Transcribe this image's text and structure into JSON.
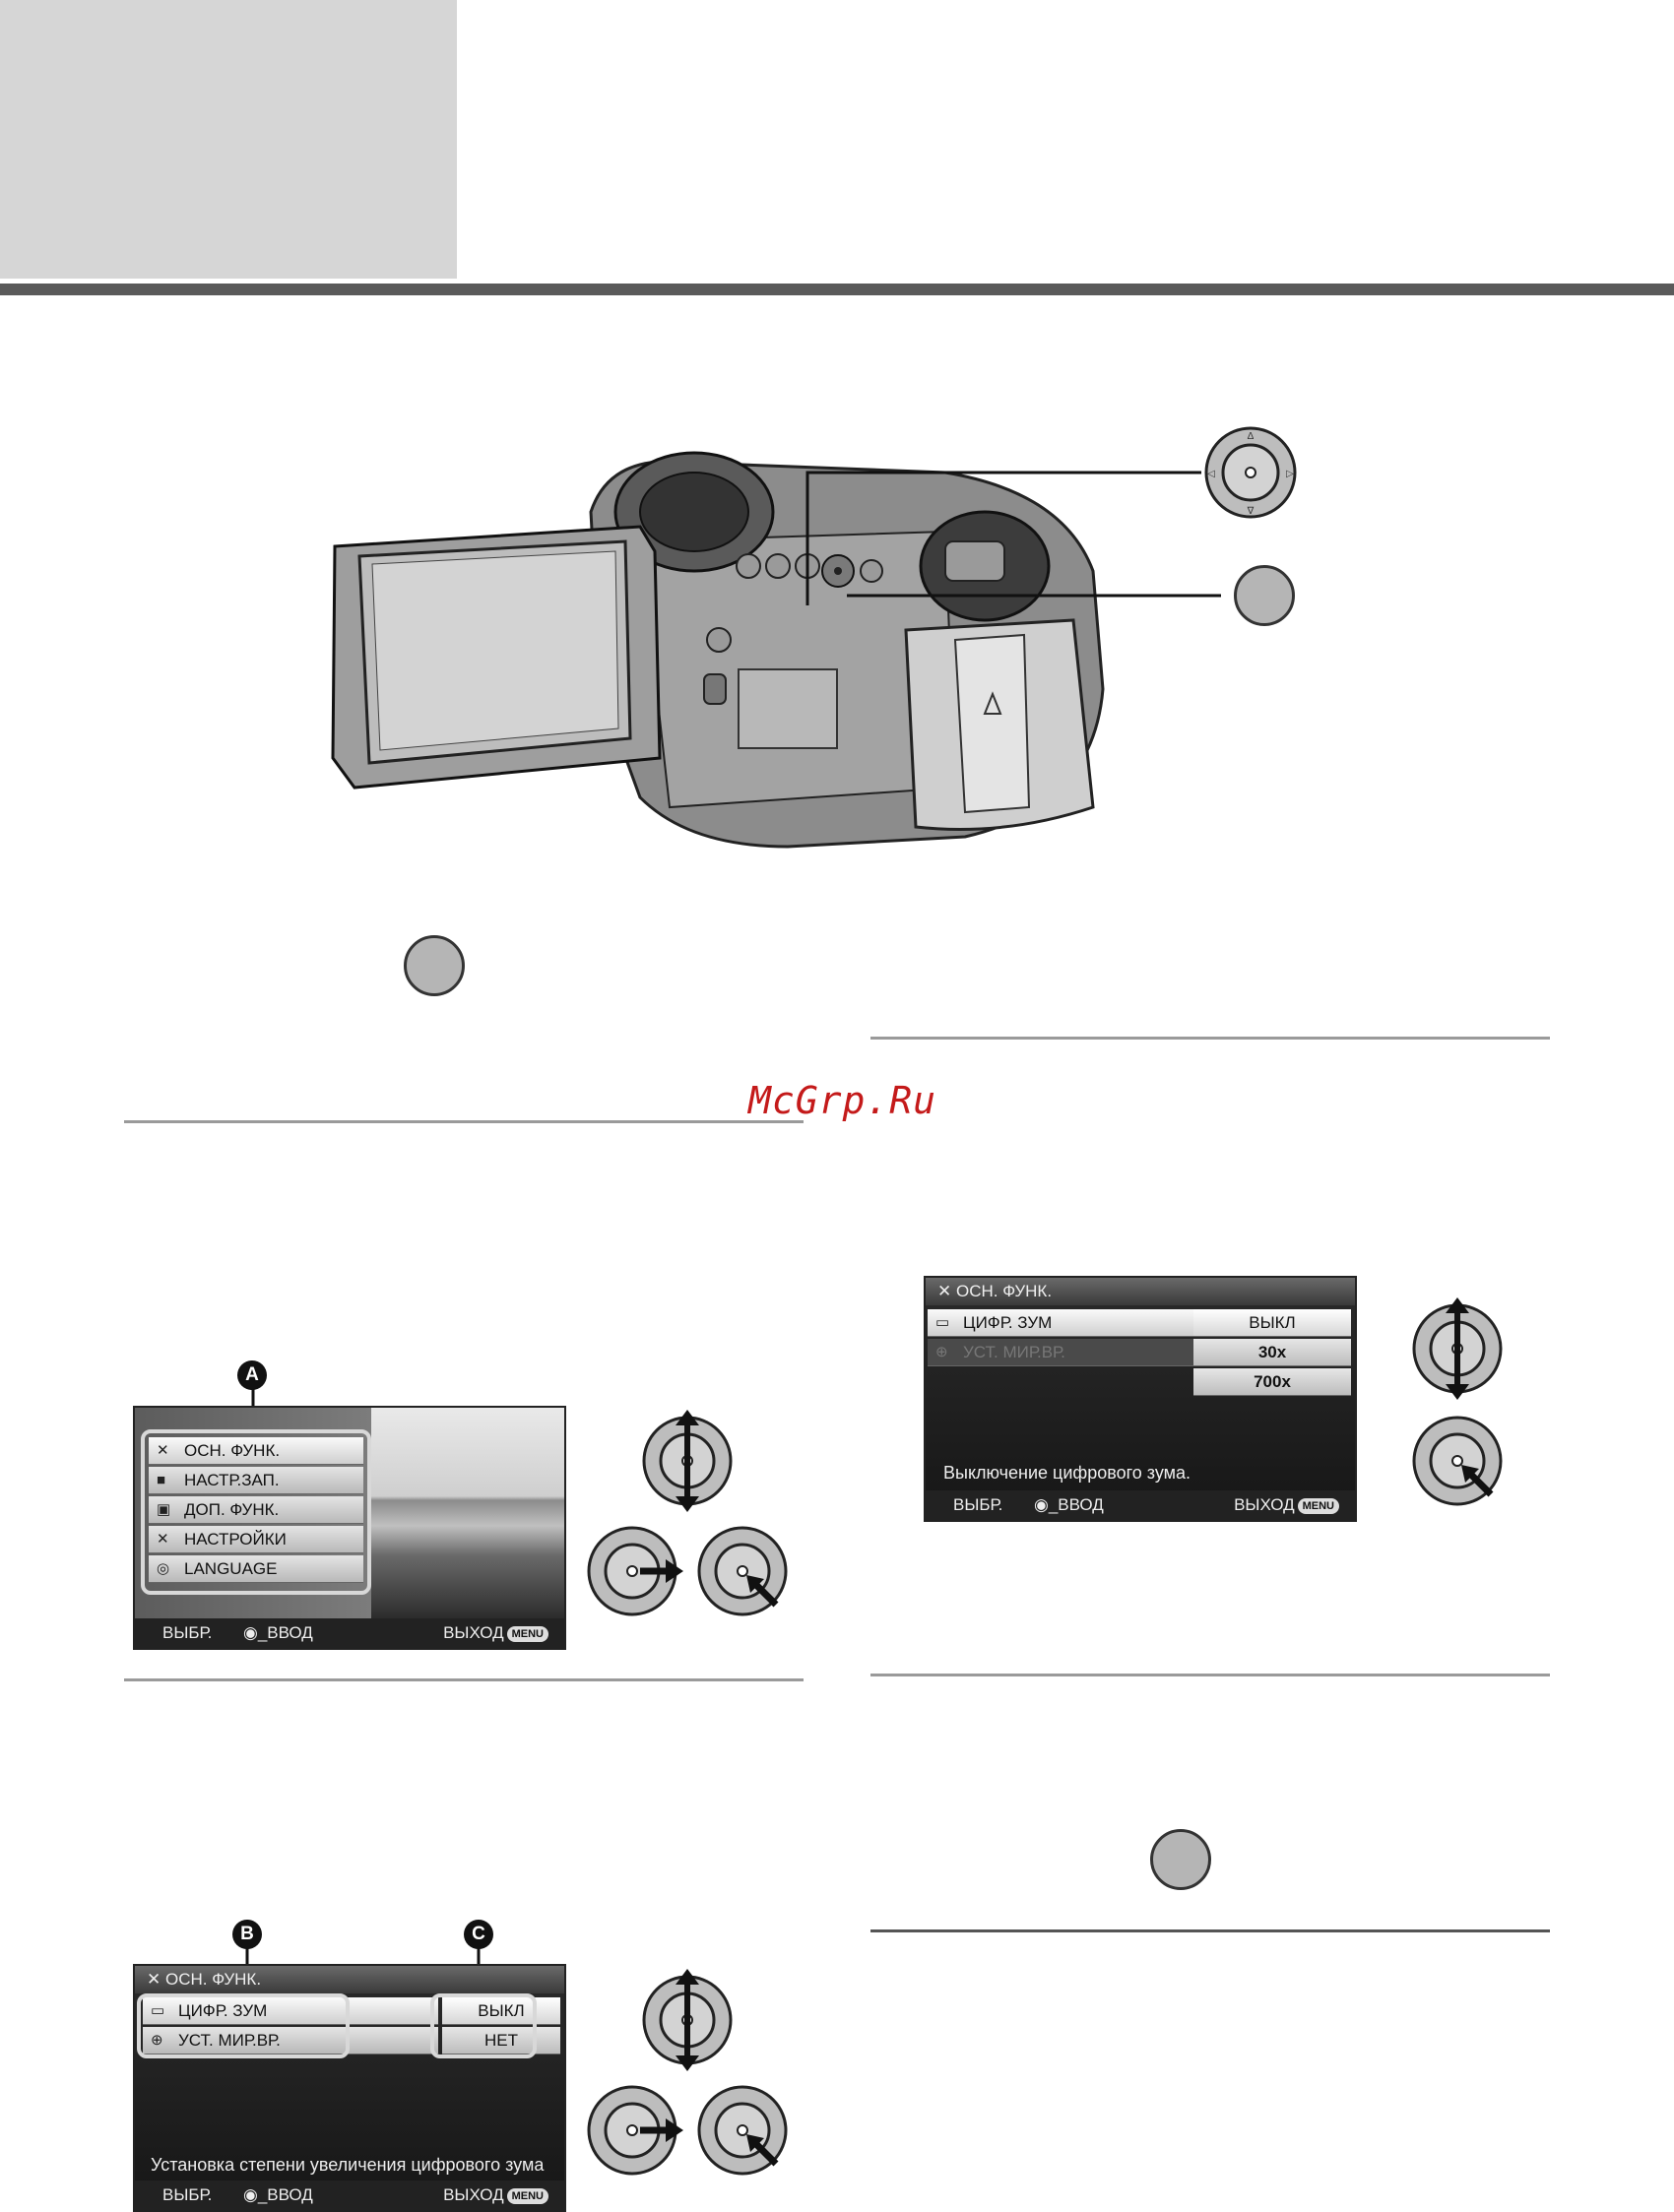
{
  "watermark": "McGrp.Ru",
  "screen_a": {
    "badge": "A",
    "items": [
      {
        "label": "ОСН. ФУНК.",
        "icon": "wrench-icon"
      },
      {
        "label": "НАСТР.ЗАП.",
        "icon": "camera-icon"
      },
      {
        "label": "ДОП. ФУНК.",
        "icon": "film-icon"
      },
      {
        "label": "НАСТРОЙКИ",
        "icon": "tools-icon"
      },
      {
        "label": "LANGUAGE",
        "icon": "language-icon"
      }
    ],
    "footer": {
      "select": "ВЫБР.",
      "enter": "ВВОД",
      "exit": "ВЫХОД",
      "menu_key": "MENU"
    }
  },
  "screen_b": {
    "badge_b": "B",
    "badge_c": "C",
    "header": "ОСН. ФУНК.",
    "items": [
      {
        "label": "ЦИФР. ЗУМ",
        "value": "ВЫКЛ",
        "icon": "digital-zoom-icon"
      },
      {
        "label": "УСТ. МИР.ВР.",
        "value": "НЕТ",
        "icon": "world-time-icon"
      }
    ],
    "description": "Установка степени увеличения цифрового зума",
    "footer": {
      "select": "ВЫБР.",
      "enter": "ВВОД",
      "exit": "ВЫХОД",
      "menu_key": "MENU"
    }
  },
  "screen_c": {
    "header": "ОСН. ФУНК.",
    "items": [
      {
        "label": "ЦИФР. ЗУМ",
        "icon": "digital-zoom-icon"
      },
      {
        "label": "УСТ. МИР.ВР.",
        "icon": "world-time-icon"
      }
    ],
    "options": [
      "ВЫКЛ",
      "30x",
      "700x"
    ],
    "description": "Выключение цифрового зума.",
    "footer": {
      "select": "ВЫБР.",
      "enter": "ВВОД",
      "exit": "ВЫХОД",
      "menu_key": "MENU"
    }
  }
}
